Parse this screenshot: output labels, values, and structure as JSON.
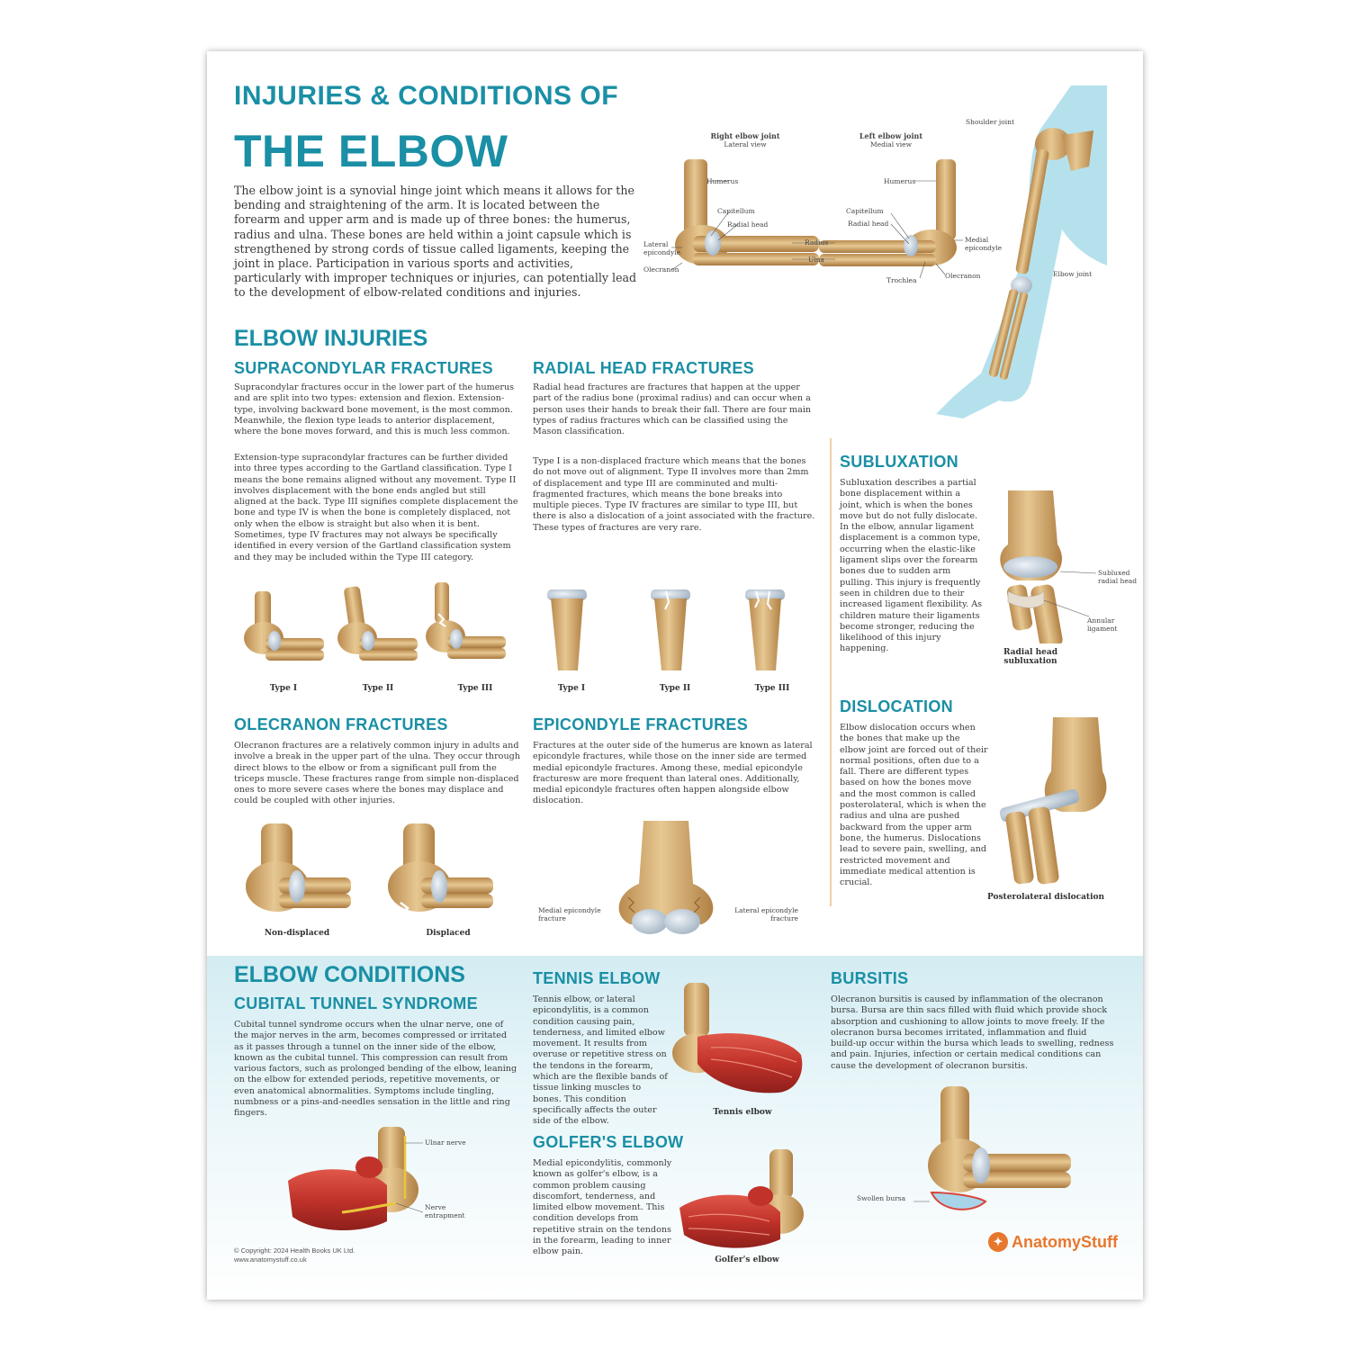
{
  "header": {
    "title_line1": "INJURIES & CONDITIONS OF",
    "title_line2": "THE ELBOW",
    "intro": "The elbow joint is a synovial hinge joint which means it allows for the bending and straightening of the arm. It is located between the forearm and upper arm and is made up of three bones: the humerus, radius and ulna. These bones are held within a joint capsule which is strengthened by strong cords of tissue called ligaments, keeping the joint in place. Participation in various sports and activities, particularly with improper techniques or injuries, can potentially lead to the development of elbow-related conditions and injuries."
  },
  "anatomy": {
    "right_title": "Right elbow joint",
    "right_sub": "Lateral view",
    "left_title": "Left elbow joint",
    "left_sub": "Medial view",
    "labels": {
      "humerus": "Humerus",
      "capitellum": "Capitellum",
      "radial_head": "Radial head",
      "lateral_epicondyle": "Lateral epicondyle",
      "radius": "Radius",
      "ulna": "Ulna",
      "olecranon": "Olecranon",
      "medial_epicondyle": "Medial epicondyle",
      "trochlea": "Trochlea",
      "shoulder_joint": "Shoulder joint",
      "elbow_joint": "Elbow joint"
    }
  },
  "injuries": {
    "heading": "ELBOW INJURIES",
    "supracondylar": {
      "title": "SUPRACONDYLAR FRACTURES",
      "p1": "Supracondylar fractures occur in the lower part of the humerus and are split into two types: extension and flexion. Extension-type, involving backward bone movement, is the most common. Meanwhile, the flexion type leads to anterior displacement, where the bone moves forward, and this is much less common.",
      "p2": "Extension-type supracondylar fractures can be further divided into three types according to the Gartland classification. Type I means the bone remains aligned without any movement. Type II involves displacement with the bone ends angled but still aligned at the back. Type III signifies complete displacement the bone and type IV is when the bone is completely displaced, not only when the elbow is straight but also when it is bent. Sometimes, type IV fractures may not always be specifically identified in every version of the Gartland classification system and they may be included within the Type III category.",
      "captions": [
        "Type I",
        "Type II",
        "Type III"
      ]
    },
    "radial_head": {
      "title": "RADIAL HEAD FRACTURES",
      "p1": "Radial head fractures are fractures that happen at the upper part of the radius bone (proximal radius) and can occur when a person uses their hands to break their fall. There are four main types of radius fractures which can be classified using the Mason classification.",
      "p2": "Type I is a non-displaced fracture which means that the bones do not move out of alignment. Type II involves more than 2mm of displacement and type III are comminuted and multi-fragmented fractures, which means the bone breaks into multiple pieces. Type IV fractures are similar to type III, but there is also a dislocation of a joint associated with the fracture. These types of fractures are very rare.",
      "captions": [
        "Type I",
        "Type II",
        "Type III"
      ]
    },
    "subluxation": {
      "title": "SUBLUXATION",
      "text": "Subluxation describes a partial bone displacement within a joint, which is when the bones move but do not fully dislocate. In the elbow, annular ligament displacement is a common type, occurring when the elastic-like ligament slips over the forearm bones due to sudden arm pulling. This injury is frequently seen in children due to their increased ligament flexibility. As children mature their ligaments become stronger, reducing the likelihood of this injury happening.",
      "caption": "Radial head subluxation",
      "label_subluxed": "Subluxed radial head",
      "label_annular": "Annular ligament"
    },
    "dislocation": {
      "title": "DISLOCATION",
      "text": "Elbow dislocation occurs when the bones that make up the elbow joint are forced out of their normal positions, often due to a fall. There are different types based on how the bones move and the most common is called posterolateral, which is when the radius and ulna are pushed backward from the upper arm bone, the humerus. Dislocations lead to severe pain, swelling, and restricted movement and immediate medical attention is crucial.",
      "caption": "Posterolateral dislocation"
    },
    "olecranon": {
      "title": "OLECRANON FRACTURES",
      "text": "Olecranon fractures are a relatively common injury in adults and involve a break in the upper part of the ulna. They occur through direct blows to the elbow or from a significant pull from the triceps muscle. These fractures range from simple non-displaced ones to more severe cases where the bones may displace and could be coupled with other injuries.",
      "captions": [
        "Non-displaced",
        "Displaced"
      ]
    },
    "epicondyle": {
      "title": "EPICONDYLE FRACTURES",
      "text": "Fractures at the outer side of the humerus are known as lateral epicondyle fractures, while those on the inner side are termed medial epicondyle fractures. Among these, medial epicondyle fracturesw are more frequent than lateral ones. Additionally, medial epicondyle fractures often happen alongside elbow dislocation.",
      "label_medial": "Medial epicondyle fracture",
      "label_lateral": "Lateral epicondyle fracture"
    }
  },
  "conditions": {
    "heading": "ELBOW CONDITIONS",
    "cubital": {
      "title": "CUBITAL TUNNEL SYNDROME",
      "text": "Cubital tunnel syndrome occurs when the ulnar nerve, one of the major nerves in the arm, becomes compressed or irritated as it passes through a tunnel on the inner side of the elbow, known as the cubital tunnel. This compression can result from various factors, such as prolonged bending of the elbow, leaning on the elbow for extended periods, repetitive movements, or even anatomical abnormalities. Symptoms include tingling, numbness or a pins-and-needles sensation in the little and ring fingers.",
      "label_ulnar": "Ulnar nerve",
      "label_entrap": "Nerve entrapment"
    },
    "tennis": {
      "title": "TENNIS ELBOW",
      "text": "Tennis elbow, or lateral epicondylitis, is a common condition causing pain, tenderness, and limited elbow movement. It results from overuse or repetitive stress on the tendons in the forearm, which are the flexible bands of tissue linking muscles to bones. This condition specifically affects the outer side of the elbow.",
      "caption": "Tennis elbow"
    },
    "golfers": {
      "title": "GOLFER'S ELBOW",
      "text": "Medial epicondylitis, commonly known as golfer's elbow, is a common problem causing discomfort, tenderness, and limited elbow movement. This condition develops from repetitive strain on the tendons in the forearm, leading to inner elbow pain.",
      "caption": "Golfer's elbow"
    },
    "bursitis": {
      "title": "BURSITIS",
      "text": "Olecranon bursitis is caused by inflammation of the olecranon bursa. Bursa are thin sacs filled with fluid which provide shock absorption and cushioning to allow joints to move freely. If the olecranon bursa becomes irritated, inflammation and fluid build-up occur within the bursa which leads to swelling, redness and pain. Injuries, infection or certain medical conditions can cause the development of olecranon bursitis.",
      "label_bursa": "Swollen bursa"
    }
  },
  "footer": {
    "copyright": "© Copyright: 2024 Health Books UK Ltd.",
    "website": "www.anatomystuff.co.uk",
    "logo": "AnatomyStuff"
  },
  "colors": {
    "teal": "#1a8fa5",
    "bone": "#d7b27a",
    "muscle": "#c8372d",
    "cartilage": "#b9c6d2",
    "skin": "#a8dcea",
    "accent_orange": "#e8772e"
  }
}
